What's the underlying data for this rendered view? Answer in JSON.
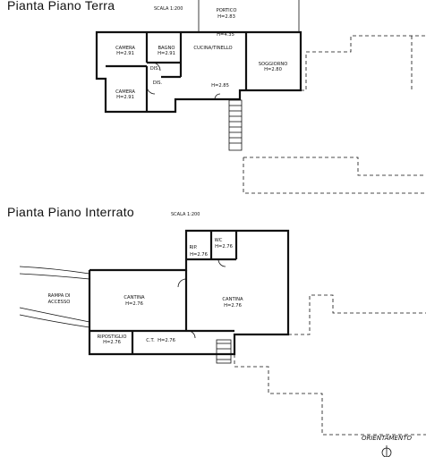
{
  "ground_floor": {
    "title": "Pianta  Piano  Terra",
    "scale": "SCALA 1:200",
    "rooms": [
      {
        "name": "PORTICO",
        "height": "H=2.83"
      },
      {
        "name": "CAMERA",
        "height": "H=2.91"
      },
      {
        "name": "BAGNO",
        "height": "H=2.91"
      },
      {
        "name": "CUCINA/TINELLO",
        "height": ""
      },
      {
        "name": "SOGGIORNO",
        "height": "H=2.80"
      },
      {
        "name": "DIS.",
        "height": ""
      },
      {
        "name": "CAMERA",
        "height": "H=2.91"
      },
      {
        "name": "DIS.",
        "height": ""
      }
    ],
    "extra_heights": [
      "H=4.35",
      "H=2.85"
    ]
  },
  "basement": {
    "title": "Pianta  Piano  Interrato",
    "scale": "SCALA 1:200",
    "rooms": [
      {
        "name": "RIP.",
        "height": "H=2.76"
      },
      {
        "name": "WC",
        "height": "H=2.76"
      },
      {
        "name": "CANTINA",
        "height": "H=2.76"
      },
      {
        "name": "CANTINA",
        "height": "H=2.76"
      },
      {
        "name": "RIPOSTIGLIO",
        "height": "H=2.76"
      },
      {
        "name": "C.T.",
        "height": "H=2.76"
      }
    ],
    "ramp_label_1": "RAMPA DI",
    "ramp_label_2": "ACCESSO"
  },
  "orientation_label": "ORIENTAMENTO"
}
